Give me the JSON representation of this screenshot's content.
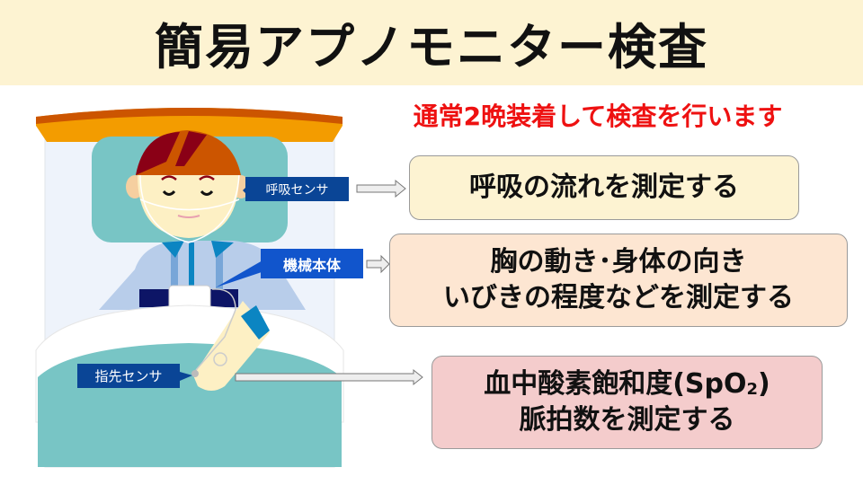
{
  "title": "簡易アプノモニター検査",
  "subtitle": "通常2晩装着して検査を行います",
  "labels": {
    "breath_sensor": "呼吸センサ",
    "device": "機械本体",
    "finger_sensor": "指先センサ"
  },
  "boxes": {
    "breath": {
      "line1": "呼吸の流れを測定する"
    },
    "device": {
      "line1": "胸の動き･身体の向き",
      "line2": "いびきの程度などを測定する"
    },
    "finger": {
      "line1_main": "血中酸素飽和度(SpO",
      "line1_sub": "2",
      "line1_end": ")",
      "line2": "脈拍数を測定する"
    }
  },
  "colors": {
    "title_bg": "#fdf3d2",
    "accent_red": "#ee1111",
    "label_blue": "#0a4596"
  }
}
